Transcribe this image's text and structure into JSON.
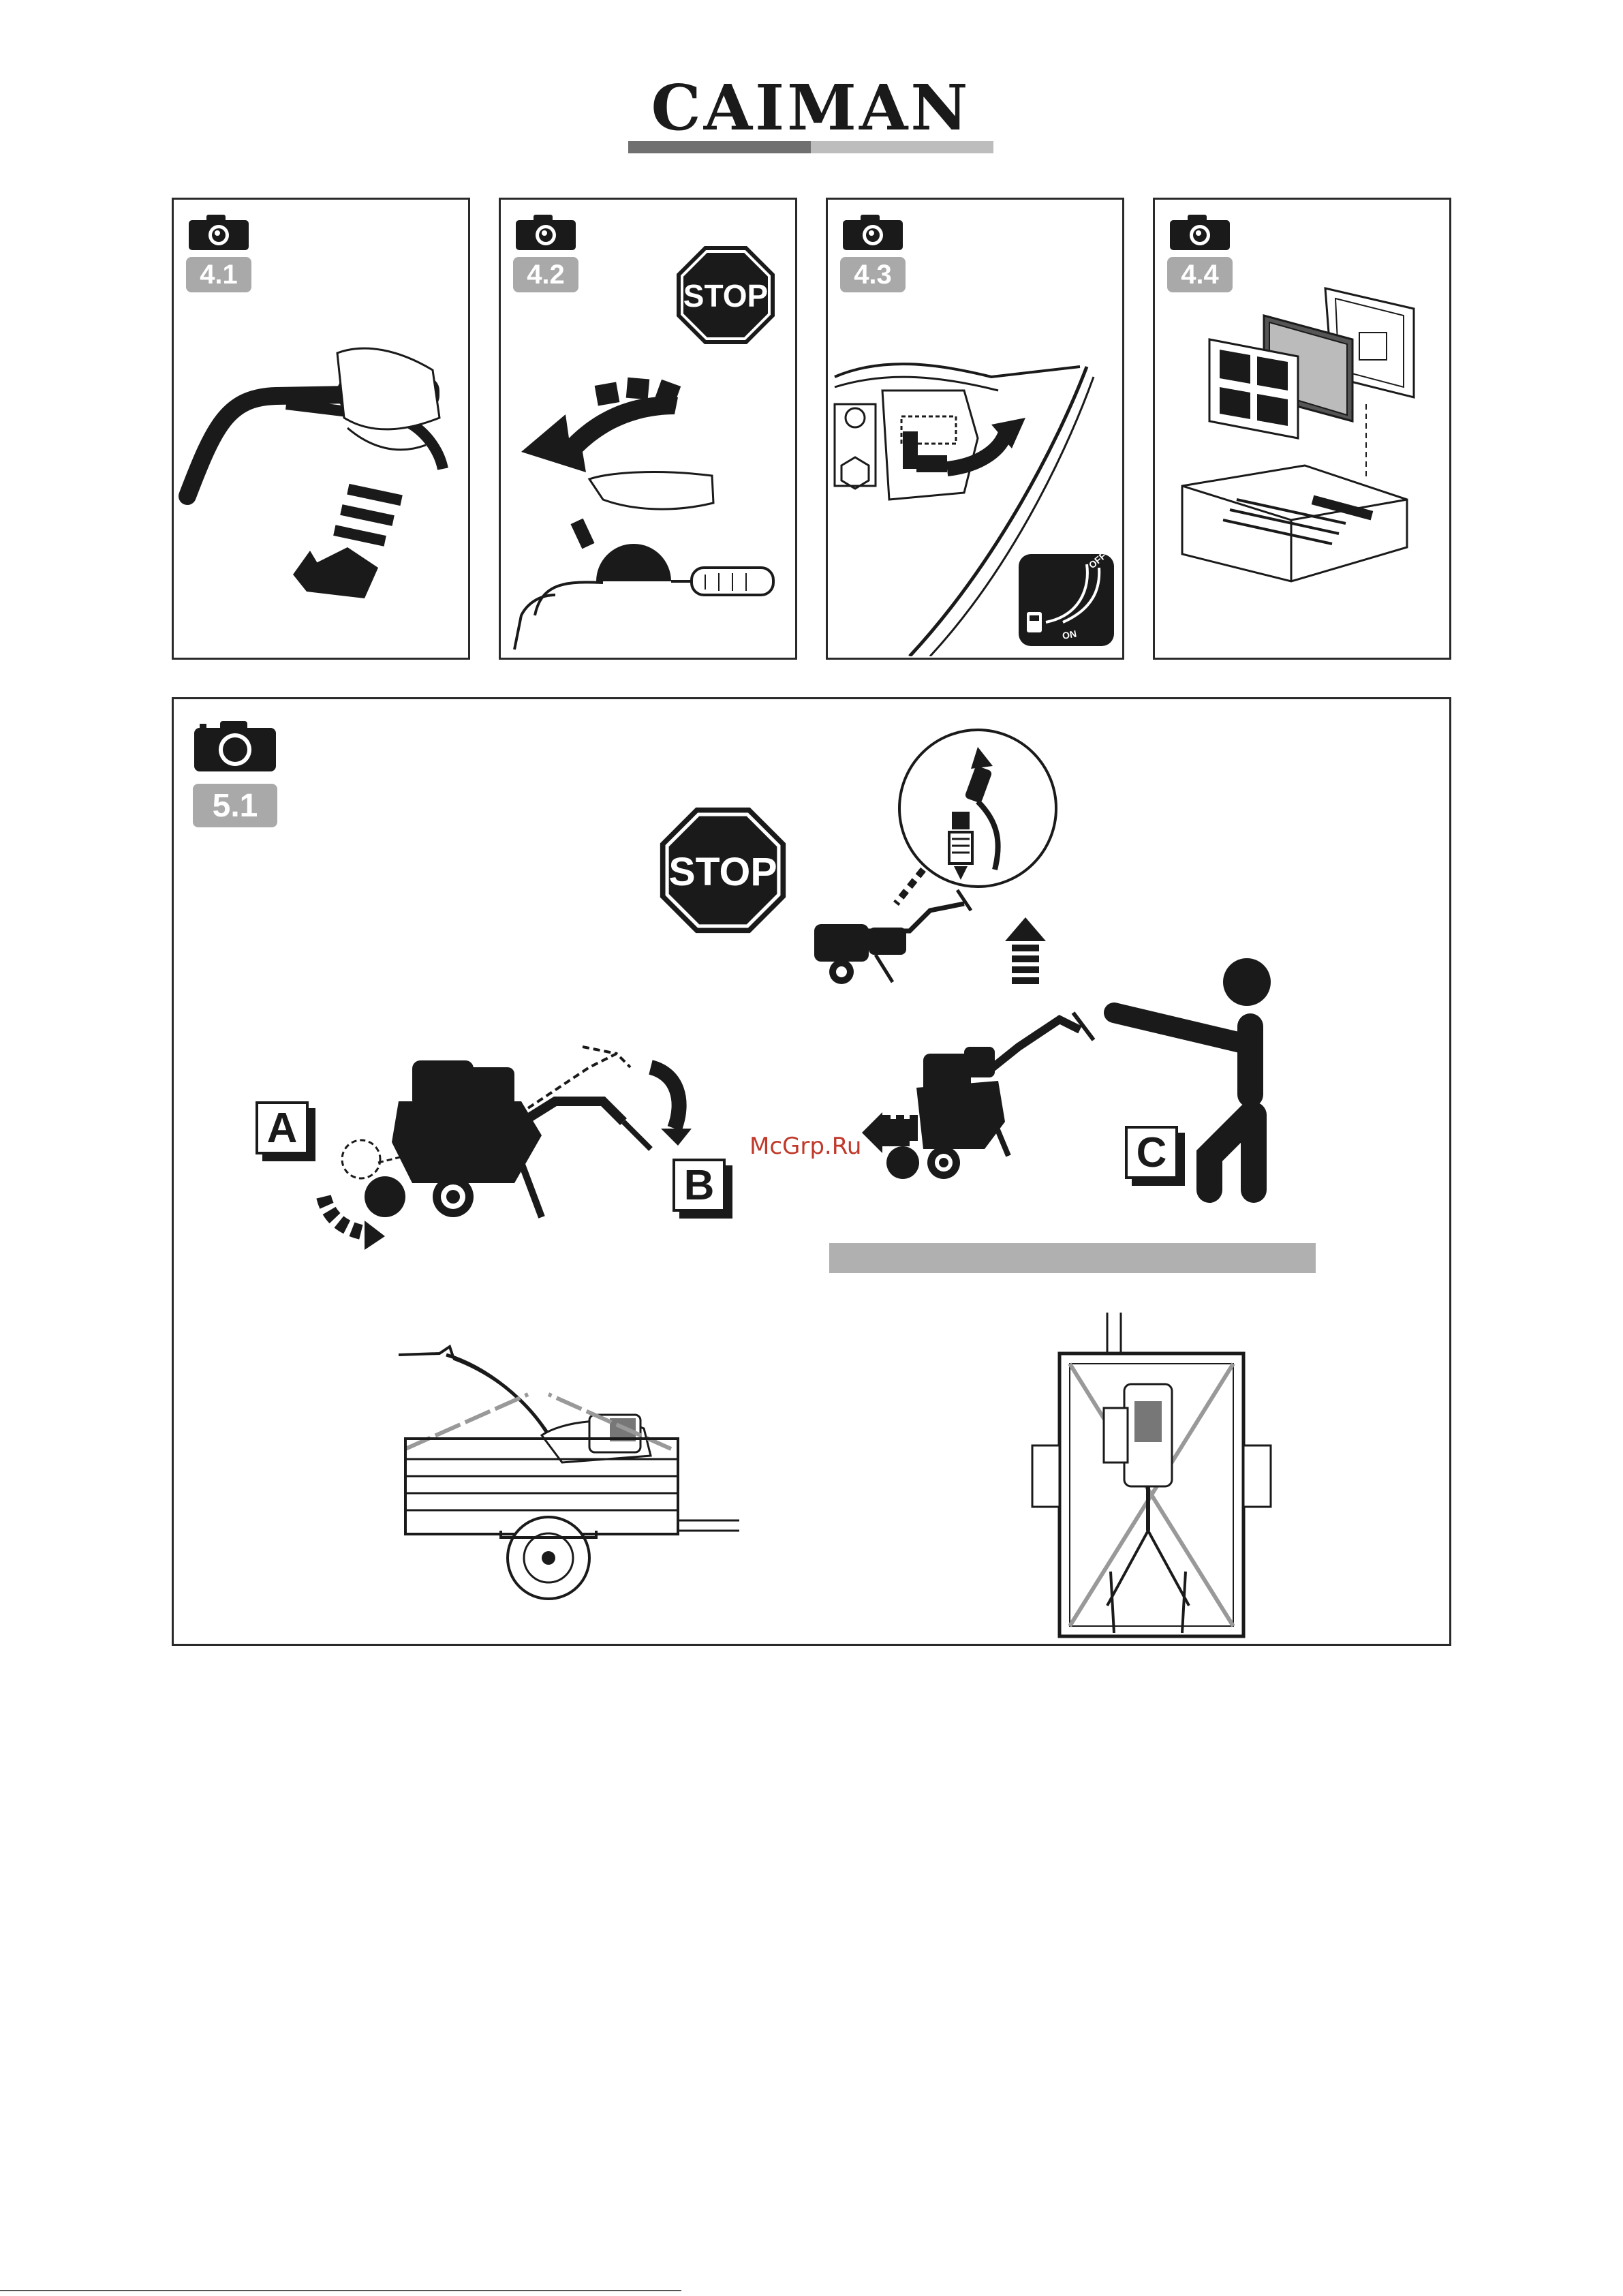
{
  "header": {
    "brand": "CAIMAN",
    "colors": {
      "bar_dark": "#707070",
      "bar_light": "#bdbdbd"
    }
  },
  "panels": [
    {
      "number": "4.1",
      "icon": "camera-icon"
    },
    {
      "number": "4.2",
      "icon": "camera-icon",
      "sign": "STOP"
    },
    {
      "number": "4.3",
      "icon": "camera-icon",
      "switch_on": "ON",
      "switch_off": "OFF"
    },
    {
      "number": "4.4",
      "icon": "camera-icon"
    }
  ],
  "big_panel": {
    "number": "5.1",
    "sign": "STOP",
    "labels": {
      "a": "A",
      "b": "B",
      "c": "C"
    },
    "watermark": "McGrp.Ru"
  },
  "colors": {
    "badge": "#a9a9a9",
    "ink": "#1a1a1a",
    "ground": "#b0b0b0",
    "accent_red": "#c0392b"
  }
}
